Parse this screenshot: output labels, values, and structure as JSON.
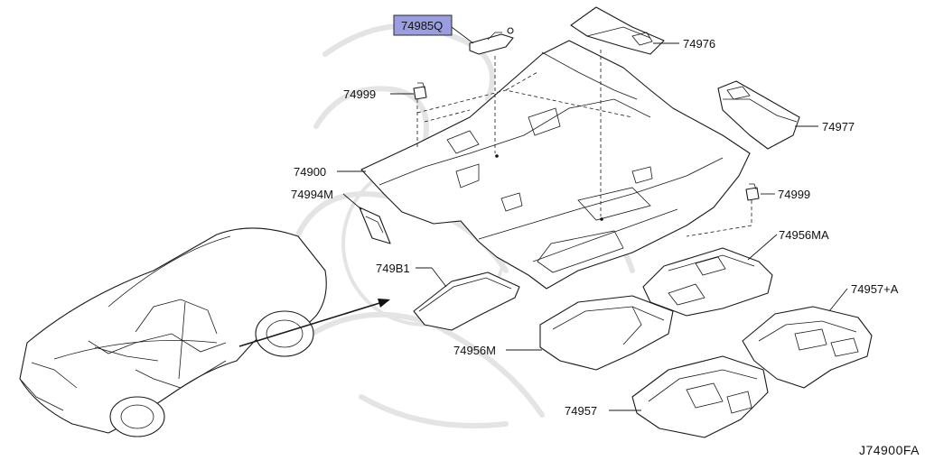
{
  "diagram": {
    "drawing_code": "J74900FA",
    "highlight_color": "#9a9ee0",
    "callouts": [
      {
        "id": "74985q",
        "text": "74985Q",
        "highlighted": true
      },
      {
        "id": "74976",
        "text": "74976",
        "highlighted": false
      },
      {
        "id": "74999-top",
        "text": "74999",
        "highlighted": false
      },
      {
        "id": "74977",
        "text": "74977",
        "highlighted": false
      },
      {
        "id": "74900",
        "text": "74900",
        "highlighted": false
      },
      {
        "id": "74999-right",
        "text": "74999",
        "highlighted": false
      },
      {
        "id": "74994m",
        "text": "74994M",
        "highlighted": false
      },
      {
        "id": "74956ma",
        "text": "74956MA",
        "highlighted": false
      },
      {
        "id": "749b1",
        "text": "749B1",
        "highlighted": false
      },
      {
        "id": "74957a",
        "text": "74957+A",
        "highlighted": false
      },
      {
        "id": "74956m",
        "text": "74956M",
        "highlighted": false
      },
      {
        "id": "74957",
        "text": "74957",
        "highlighted": false
      }
    ]
  }
}
